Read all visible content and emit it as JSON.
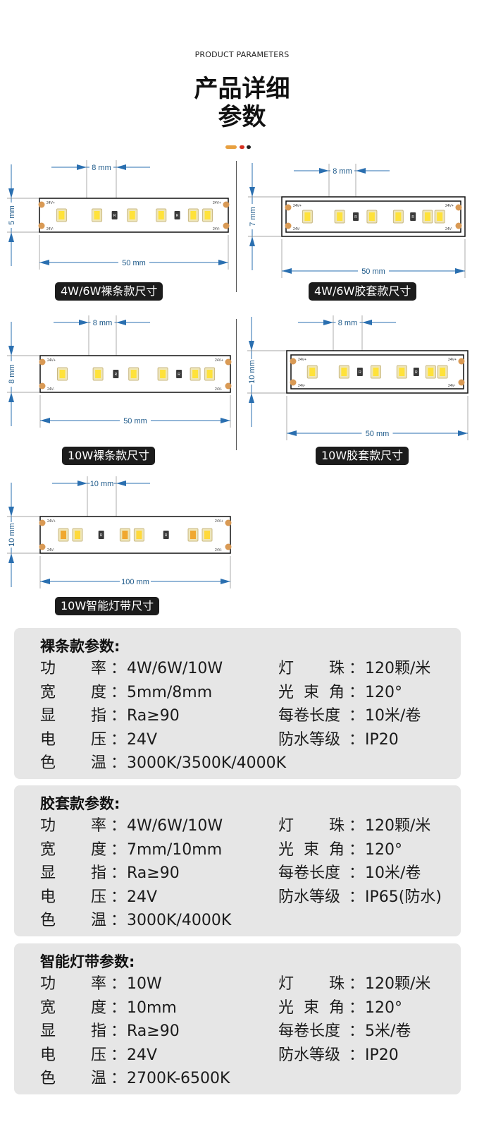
{
  "header": {
    "subtitle": "PRODUCT PARAMETERS",
    "title_line1": "产品详细",
    "title_line2": "参数",
    "dot_colors": [
      "#e8a040",
      "#d63020",
      "#222222"
    ]
  },
  "diagrams": [
    {
      "caption": "4W/6W裸条款尺寸",
      "pitch": "8 mm",
      "width": "5 mm",
      "length": "50 mm"
    },
    {
      "caption": "4W/6W胶套款尺寸",
      "pitch": "8 mm",
      "width": "7 mm",
      "length": "50 mm"
    },
    {
      "caption": "10W裸条款尺寸",
      "pitch": "8 mm",
      "width": "8 mm",
      "length": "50 mm"
    },
    {
      "caption": "10W胶套款尺寸",
      "pitch": "8 mm",
      "width": "10 mm",
      "length": "50 mm"
    },
    {
      "caption": "10W智能灯带尺寸",
      "pitch": "10 mm",
      "width": "10 mm",
      "length": "100 mm"
    }
  ],
  "strip_labels": {
    "plus": "24V+",
    "minus": "24V-",
    "resistor": "R"
  },
  "label_chars": {
    "power": [
      "功",
      "率"
    ],
    "beads": [
      "灯",
      "珠"
    ],
    "width": [
      "宽",
      "度"
    ],
    "beam": [
      "光",
      "束",
      "角"
    ],
    "cri": [
      "显",
      "指"
    ],
    "roll": [
      "每卷长度"
    ],
    "voltage": [
      "电",
      "压"
    ],
    "waterproof": [
      "防水等级"
    ],
    "cct": [
      "色",
      "温"
    ],
    "colon": "："
  },
  "specs": [
    {
      "title": "裸条款参数:",
      "power": "4W/6W/10W",
      "beads": "120颗/米",
      "width": "5mm/8mm",
      "beam": "120°",
      "cri": "Ra≥90",
      "roll": "10米/卷",
      "voltage": "24V",
      "waterproof": " IP20",
      "cct": "3000K/3500K/4000K"
    },
    {
      "title": "胶套款参数:",
      "power": "4W/6W/10W",
      "beads": "120颗/米",
      "width": "7mm/10mm",
      "beam": "120°",
      "cri": "Ra≥90",
      "roll": "10米/卷",
      "voltage": "24V",
      "waterproof": " IP65(防水)",
      "cct": "3000K/4000K"
    },
    {
      "title": "智能灯带参数:",
      "power": "10W",
      "beads": "120颗/米",
      "width": "10mm",
      "beam": "120°",
      "cri": "Ra≥90",
      "roll": "5米/卷",
      "voltage": "24V",
      "waterproof": " IP20",
      "cct": "2700K-6500K"
    }
  ]
}
